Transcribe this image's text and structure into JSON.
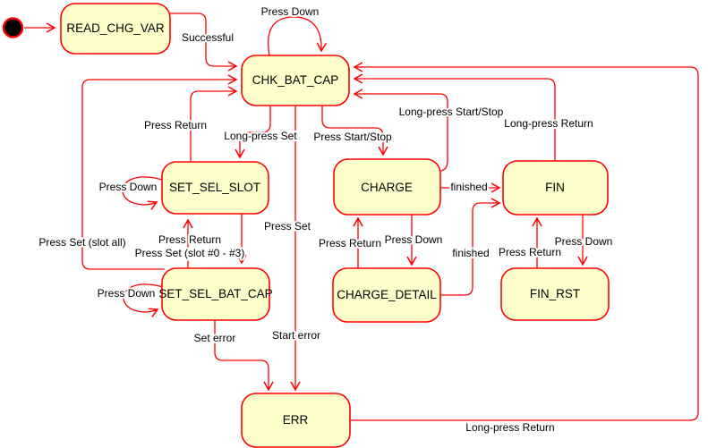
{
  "diagram": {
    "type": "state-machine",
    "colors": {
      "state_fill": "#ffffcc",
      "state_border": "#ff0000",
      "edge": "#ff0000",
      "label_text": "#000000",
      "background": "#ffffff"
    },
    "states": [
      {
        "id": "initial",
        "label": ""
      },
      {
        "id": "READ_CHG_VAR",
        "label": "READ_CHG_VAR"
      },
      {
        "id": "CHK_BAT_CAP",
        "label": "CHK_BAT_CAP"
      },
      {
        "id": "SET_SEL_SLOT",
        "label": "SET_SEL_SLOT"
      },
      {
        "id": "SET_SEL_BAT_CAP",
        "label": "SET_SEL_BAT_CAP"
      },
      {
        "id": "CHARGE",
        "label": "CHARGE"
      },
      {
        "id": "CHARGE_DETAIL",
        "label": "CHARGE_DETAIL"
      },
      {
        "id": "FIN",
        "label": "FIN"
      },
      {
        "id": "FIN_RST",
        "label": "FIN_RST"
      },
      {
        "id": "ERR",
        "label": "ERR"
      }
    ],
    "edges": [
      {
        "from": "initial",
        "to": "READ_CHG_VAR",
        "label": ""
      },
      {
        "from": "READ_CHG_VAR",
        "to": "CHK_BAT_CAP",
        "label": "Successful"
      },
      {
        "from": "CHK_BAT_CAP",
        "to": "CHK_BAT_CAP",
        "label": "Press Down"
      },
      {
        "from": "SET_SEL_SLOT",
        "to": "CHK_BAT_CAP",
        "label": "Press Return"
      },
      {
        "from": "CHK_BAT_CAP",
        "to": "SET_SEL_SLOT",
        "label": "Long-press Set"
      },
      {
        "from": "CHK_BAT_CAP",
        "to": "CHARGE",
        "label": "Press Start/Stop"
      },
      {
        "from": "CHARGE",
        "to": "CHK_BAT_CAP",
        "label": "Long-press Start/Stop"
      },
      {
        "from": "FIN",
        "to": "CHK_BAT_CAP",
        "label": "Long-press Return"
      },
      {
        "from": "ERR",
        "to": "CHK_BAT_CAP",
        "label": "Long-press Return"
      },
      {
        "from": "SET_SEL_SLOT",
        "to": "SET_SEL_SLOT",
        "label": "Press Down"
      },
      {
        "from": "SET_SEL_SLOT",
        "to": "SET_SEL_BAT_CAP",
        "label": "Press Set"
      },
      {
        "from": "SET_SEL_BAT_CAP",
        "to": "SET_SEL_SLOT",
        "label": "Press Return",
        "label2": "Press Set (slot #0 - #3)"
      },
      {
        "from": "SET_SEL_BAT_CAP",
        "to": "CHK_BAT_CAP",
        "label": "Press Set (slot all)"
      },
      {
        "from": "SET_SEL_BAT_CAP",
        "to": "SET_SEL_BAT_CAP",
        "label": "Press Down"
      },
      {
        "from": "SET_SEL_BAT_CAP",
        "to": "ERR",
        "label": "Set error"
      },
      {
        "from": "CHK_BAT_CAP",
        "to": "ERR",
        "label": "Start error"
      },
      {
        "from": "CHARGE",
        "to": "CHARGE_DETAIL",
        "label": "Press Down"
      },
      {
        "from": "CHARGE_DETAIL",
        "to": "CHARGE",
        "label": "Press Return"
      },
      {
        "from": "CHARGE",
        "to": "FIN",
        "label": "finished"
      },
      {
        "from": "CHARGE_DETAIL",
        "to": "FIN",
        "label": "finished"
      },
      {
        "from": "FIN",
        "to": "FIN_RST",
        "label": "Press Down"
      },
      {
        "from": "FIN_RST",
        "to": "FIN",
        "label": "Press Return"
      }
    ]
  }
}
